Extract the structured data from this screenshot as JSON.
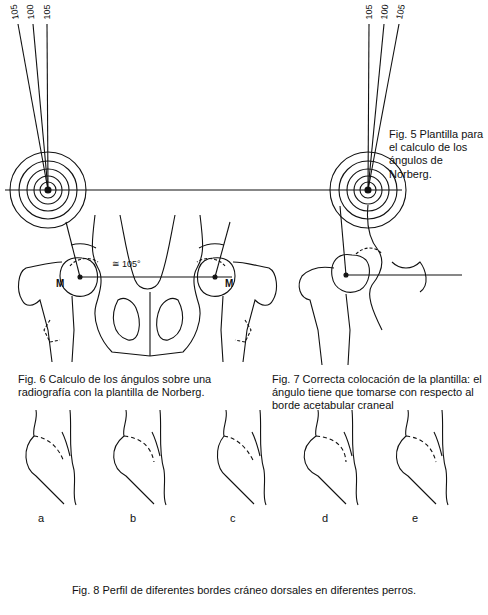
{
  "diagram": {
    "labels": [
      "105",
      "100",
      "105",
      "105",
      "100",
      "105",
      "Fig. 5 Plantilla para el calculo de los ángulos de Norberg.",
      "≅ 105°",
      "M",
      "M",
      "Fig. 6 Calculo de los ángulos sobre una radiografía con la plantilla de Norberg.",
      "Fig. 7 Correcta colocación de la plantilla: el ángulo tiene que tomarse con respecto al borde acetabular craneal",
      "a",
      "b",
      "c",
      "d",
      "e",
      "Fig. 8 Perfil de diferentes bordes cráneo dorsales en diferentes perros."
    ]
  }
}
